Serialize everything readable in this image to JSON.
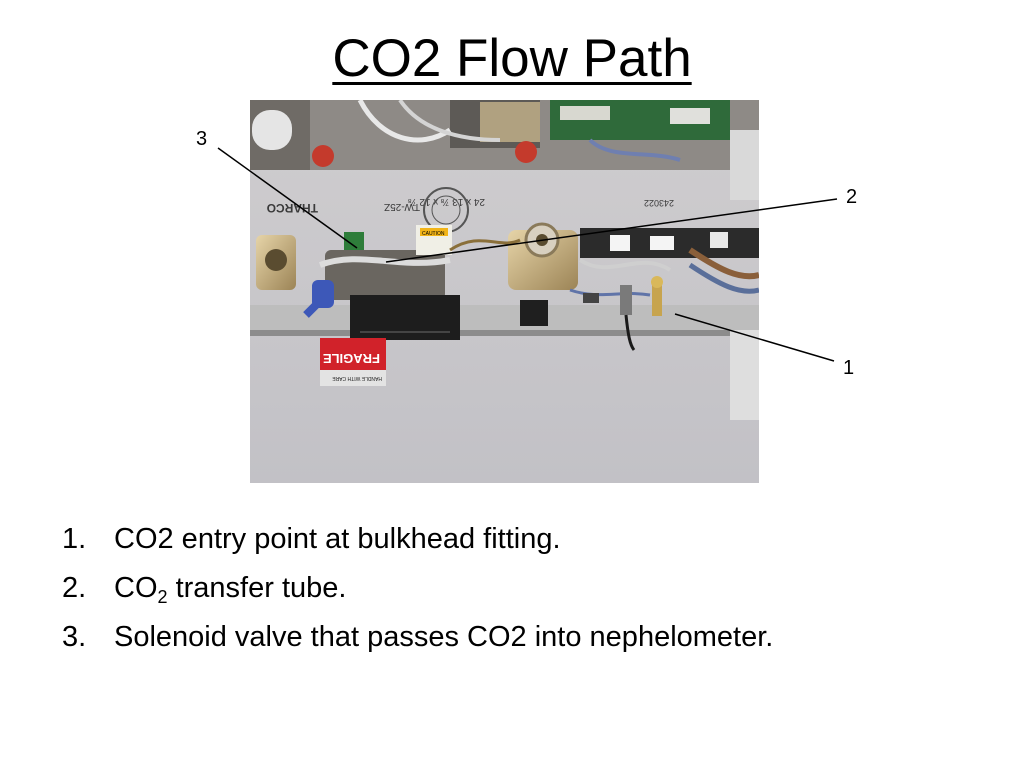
{
  "slide": {
    "title": "CO2 Flow Path"
  },
  "photo": {
    "printed_labels": {
      "brand": "THARCO",
      "box_code": "TW-25Z",
      "box_size": "24 x 13 ⅞ x 12 ⅞",
      "box_number": "243022",
      "caution": "CAUTION",
      "fragile": "FRAGILE",
      "handle": "HANDLE WITH CARE"
    }
  },
  "callouts": [
    {
      "number": "3"
    },
    {
      "number": "2"
    },
    {
      "number": "1"
    }
  ],
  "items": [
    {
      "index": "1.",
      "text": "CO2 entry point at bulkhead fitting."
    },
    {
      "index": "2.",
      "text_before": "CO",
      "subscript": "2",
      "text_after": " transfer tube."
    },
    {
      "index": "3.",
      "text": "Solenoid valve that passes CO2 into nephelometer."
    }
  ]
}
